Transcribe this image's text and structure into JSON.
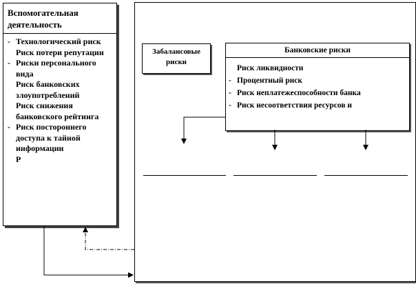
{
  "left_panel": {
    "title": "Вспомогательная деятельность",
    "items": [
      {
        "dash": "-",
        "text": "Технологический риск"
      },
      {
        "dash": "",
        "text": "Риск потери репутации"
      },
      {
        "dash": "-",
        "text": "Риски персонального вида"
      },
      {
        "dash": "",
        "text": "Риск банковских злоупотреблений"
      },
      {
        "dash": "",
        "text": "Риск снижения банковского рейтинга"
      },
      {
        "dash": "-",
        "text": "Риск постороннего доступа к тайной информации"
      },
      {
        "dash": "",
        "text": "Р"
      }
    ]
  },
  "off_balance": {
    "title": "Забалансовые риски"
  },
  "bank_risks": {
    "title": "Банковские риски",
    "items": [
      {
        "dash": "",
        "text": "Риск ликвидности"
      },
      {
        "dash": "-",
        "text": "Процентный риск"
      },
      {
        "dash": "-",
        "text": "Риск неплатежеспособности банка"
      },
      {
        "dash": "-",
        "text": "Риск несоответствия ресурсов и"
      }
    ]
  }
}
